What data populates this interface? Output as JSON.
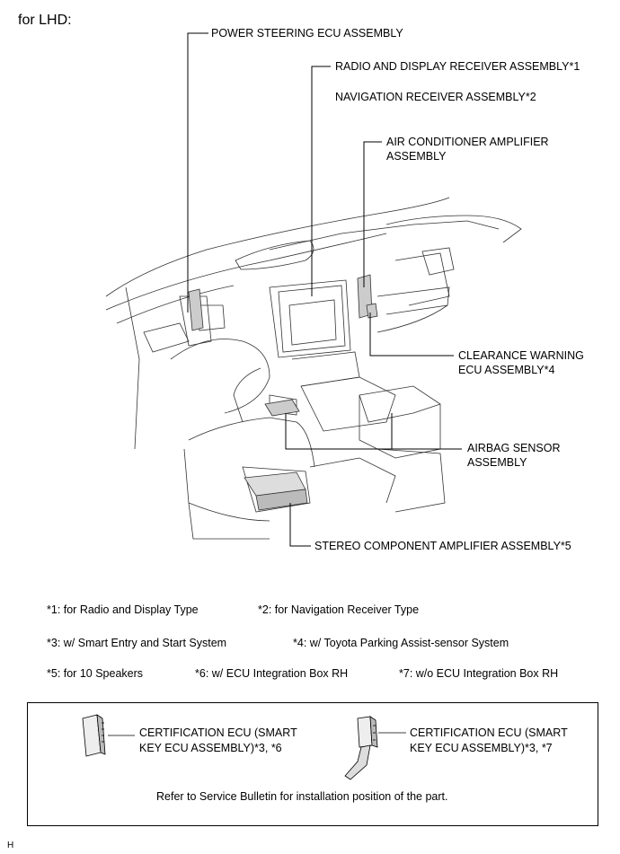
{
  "header": "for LHD:",
  "labels": {
    "power_steering": "POWER STEERING ECU ASSEMBLY",
    "radio_display": "RADIO AND DISPLAY RECEIVER ASSEMBLY*1",
    "navigation": "NAVIGATION RECEIVER ASSEMBLY*2",
    "ac_amp_1": "AIR CONDITIONER AMPLIFIER",
    "ac_amp_2": "ASSEMBLY",
    "clearance_1": "CLEARANCE WARNING",
    "clearance_2": "ECU ASSEMBLY*4",
    "airbag_1": "AIRBAG SENSOR",
    "airbag_2": "ASSEMBLY",
    "stereo": "STEREO COMPONENT AMPLIFIER ASSEMBLY*5"
  },
  "notes": {
    "n1": "*1: for Radio and Display Type",
    "n2": "*2: for Navigation Receiver Type",
    "n3": "*3: w/ Smart Entry and Start System",
    "n4": "*4: w/ Toyota Parking Assist-sensor System",
    "n5": "*5: for 10 Speakers",
    "n6": "*6: w/ ECU Integration Box RH",
    "n7": "*7: w/o ECU Integration Box RH"
  },
  "box": {
    "cert_left_1": "CERTIFICATION ECU (SMART",
    "cert_left_2": "KEY ECU ASSEMBLY)*3, *6",
    "cert_right_1": "CERTIFICATION ECU (SMART",
    "cert_right_2": "KEY ECU ASSEMBLY)*3, *7",
    "footer": "Refer to Service Bulletin for installation position of the part."
  },
  "corner_mark": "H"
}
